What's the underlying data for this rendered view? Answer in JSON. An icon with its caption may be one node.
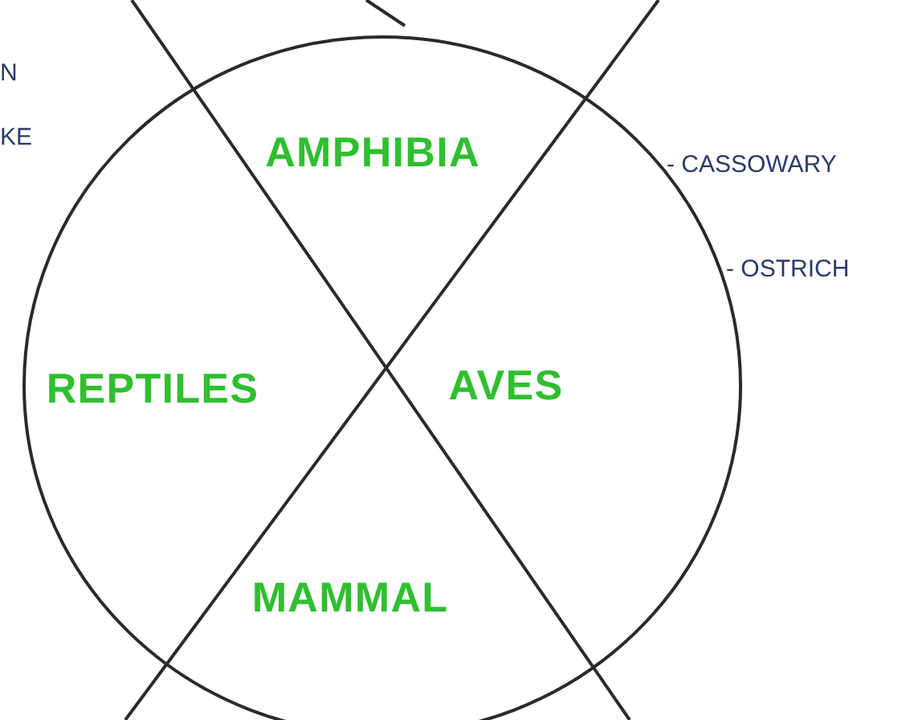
{
  "diagram": {
    "nodes": [
      {
        "text": [
          "AMPHIBIA",
          "REPTILES",
          "AVES",
          "MAMMAL"
        ]
      }
    ],
    "labels": [
      "N",
      "KE",
      "- CASSOWARY",
      "- OSTRICH"
    ]
  }
}
